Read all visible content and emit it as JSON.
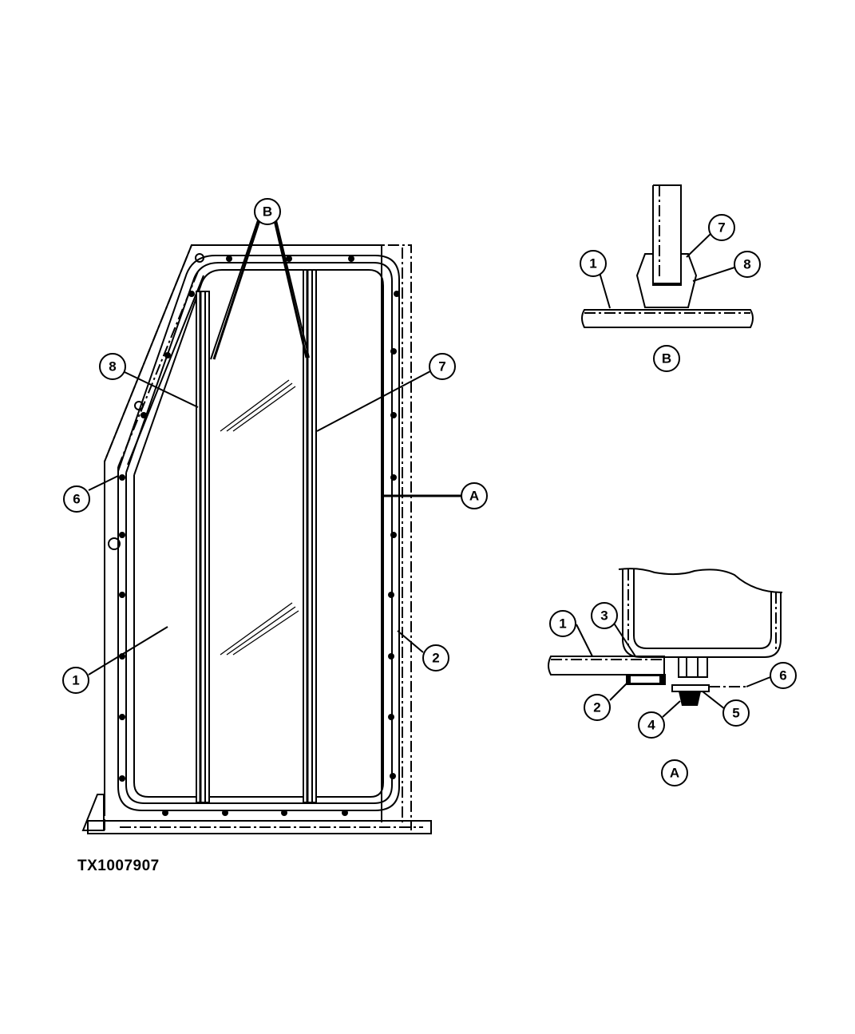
{
  "figure_id": "TX1007907",
  "callouts": {
    "main": {
      "one": "1",
      "two": "2",
      "six": "6",
      "seven": "7",
      "eight": "8",
      "a": "A",
      "b": "B"
    },
    "detail_b": {
      "one": "1",
      "seven": "7",
      "eight": "8",
      "caption": "B"
    },
    "detail_a": {
      "one": "1",
      "two": "2",
      "three": "3",
      "four": "4",
      "five": "5",
      "six": "6",
      "caption": "A"
    }
  }
}
